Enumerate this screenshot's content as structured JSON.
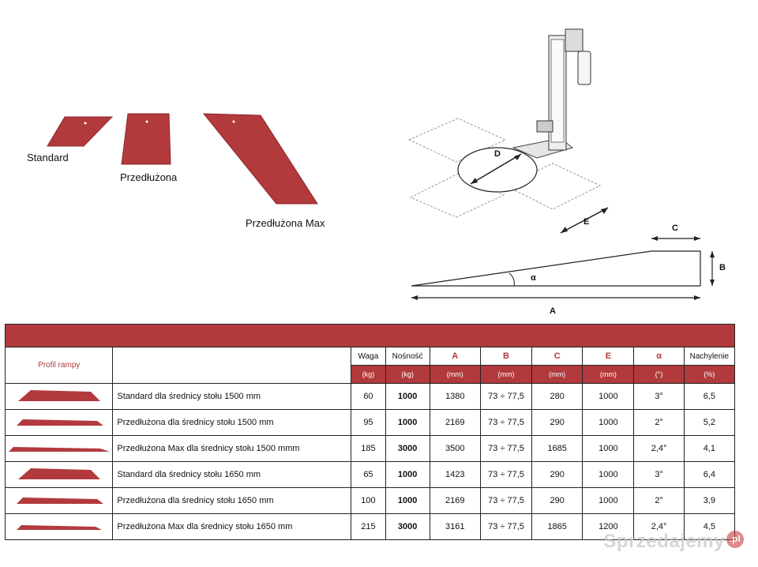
{
  "ramps": {
    "standard": "Standard",
    "extended": "Przedłużona",
    "extended_max": "Przedłużona Max"
  },
  "dimensions": {
    "d": "D",
    "e": "E",
    "a": "A",
    "b": "B",
    "c": "C",
    "alpha": "α"
  },
  "table": {
    "profile_header": "Profil rampy",
    "headers": [
      "Waga",
      "Nośność",
      "A",
      "B",
      "C",
      "E",
      "α",
      "Nachylenie"
    ],
    "units": [
      "(kg)",
      "(kg)",
      "(mm)",
      "(mm)",
      "(mm)",
      "(mm)",
      "(°)",
      "(%)"
    ],
    "rows": [
      {
        "desc": "Standard dla średnicy stołu 1500 mm",
        "waga": "60",
        "nosnosc": "1000",
        "a": "1380",
        "b": "73 ÷ 77,5",
        "c": "280",
        "e": "1000",
        "alpha": "3°",
        "slope": "6,5"
      },
      {
        "desc": "Przedłużona dla średnicy stołu 1500 mm",
        "waga": "95",
        "nosnosc": "1000",
        "a": "2169",
        "b": "73 ÷ 77,5",
        "c": "290",
        "e": "1000",
        "alpha": "2°",
        "slope": "5,2"
      },
      {
        "desc": "Przedłużona Max dla średnicy stołu 1500 mmm",
        "waga": "185",
        "nosnosc": "3000",
        "a": "3500",
        "b": "73 ÷ 77,5",
        "c": "1685",
        "e": "1000",
        "alpha": "2,4°",
        "slope": "4,1"
      },
      {
        "desc": "Standard dla średnicy stołu 1650 mm",
        "waga": "65",
        "nosnosc": "1000",
        "a": "1423",
        "b": "73 ÷ 77,5",
        "c": "290",
        "e": "1000",
        "alpha": "3°",
        "slope": "6,4"
      },
      {
        "desc": "Przedłużona dla średnicy stołu 1650 mm",
        "waga": "100",
        "nosnosc": "1000",
        "a": "2169",
        "b": "73 ÷ 77,5",
        "c": "290",
        "e": "1000",
        "alpha": "2°",
        "slope": "3,9"
      },
      {
        "desc": "Przedłużona Max dla średnicy stołu 1650 mm",
        "waga": "215",
        "nosnosc": "3000",
        "a": "3161",
        "b": "73 ÷ 77,5",
        "c": "1865",
        "e": "1200",
        "alpha": "2,4°",
        "slope": "4,5"
      }
    ]
  },
  "watermark": {
    "text": "Sprzedajemy",
    "badge": ".pl"
  },
  "colors": {
    "ramp_red": "#b23a3c",
    "ramp_dark": "#8e2a2c"
  }
}
